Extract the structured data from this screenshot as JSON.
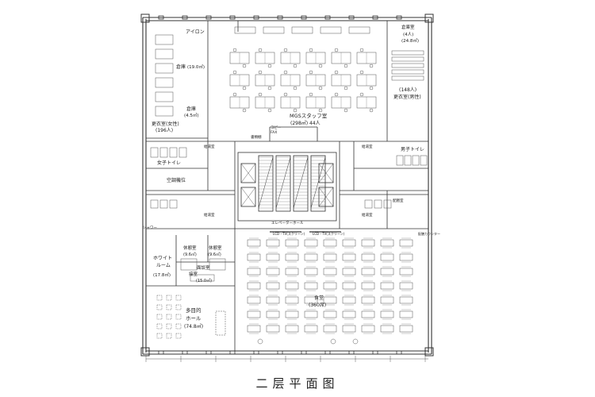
{
  "caption": "二层平面图",
  "rooms": {
    "ironing": "アイロン",
    "storage": "倉庫",
    "storage_area": "(19.0㎡)",
    "warehouse_small": "倉庫",
    "warehouse_small_area": "(4.5㎡)",
    "locker_female": "更衣室(女性)",
    "locker_female_count": "(196人)",
    "mgs_office": "MGSスタッフ室",
    "mgs_office_detail": "(298㎡) 44人",
    "copy_fax": "コピー",
    "fax": "FAX",
    "document": "書類棚",
    "locker_male_count": "(148人)",
    "locker_male": "更衣室(男性)",
    "manager_room": "倉庫室",
    "manager_room_count": "(4人)",
    "manager_room_area": "(24.8㎡)",
    "toilet_female": "女子トイレ",
    "toilet_male": "男子トイレ",
    "hvac": "空調機位",
    "water_heater_l": "給湯室",
    "water_heater_r": "給湯室",
    "elevator_hall": "エレベーターホール",
    "tea_l": "給湯室",
    "tea_r": "給湯室",
    "shower": "シャワー",
    "white_room_1": "ホワイト",
    "white_room_2": "ルーム",
    "white_room_area": "(17.8㎡)",
    "rest_a": "休憩室",
    "rest_a_area": "(9.6㎡)",
    "rest_b": "休憩室",
    "rest_b_area": "(9.6㎡)",
    "consult": "面談室",
    "consult_area": "(15.0㎡)",
    "reception": "接室",
    "multi_hall_1": "多目的",
    "multi_hall_2": "ホール",
    "multi_hall_area": "(74.8㎡)",
    "cafeteria": "食堂",
    "cafeteria_seats": "(360席)",
    "lcd_tv_1": "LCD・TV(スクリーン)",
    "lcd_tv_2": "LCD・TV(スクリーン)",
    "kitchen": "配膳室",
    "serving": "配膳カウンター"
  }
}
